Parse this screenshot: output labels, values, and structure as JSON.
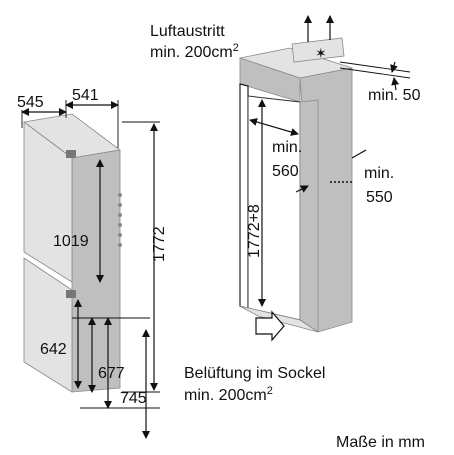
{
  "labels": {
    "air_out_line1": "Luftaustritt",
    "air_out_line2": "min. 200cm",
    "air_out_sup": "2",
    "min50": "min. 50",
    "min560_a": "min.",
    "min560_b": "560",
    "min550_a": "min.",
    "min550_b": "550",
    "height_niche": "1772+8",
    "w545": "545",
    "w541": "541",
    "h1019": "1019",
    "h1772": "1772",
    "h642": "642",
    "h677": "677",
    "h745": "745",
    "air_in_line1": "Belüftung im Sockel",
    "air_in_line2": "min. 200cm",
    "air_in_sup": "2",
    "units": "Maße in mm"
  }
}
